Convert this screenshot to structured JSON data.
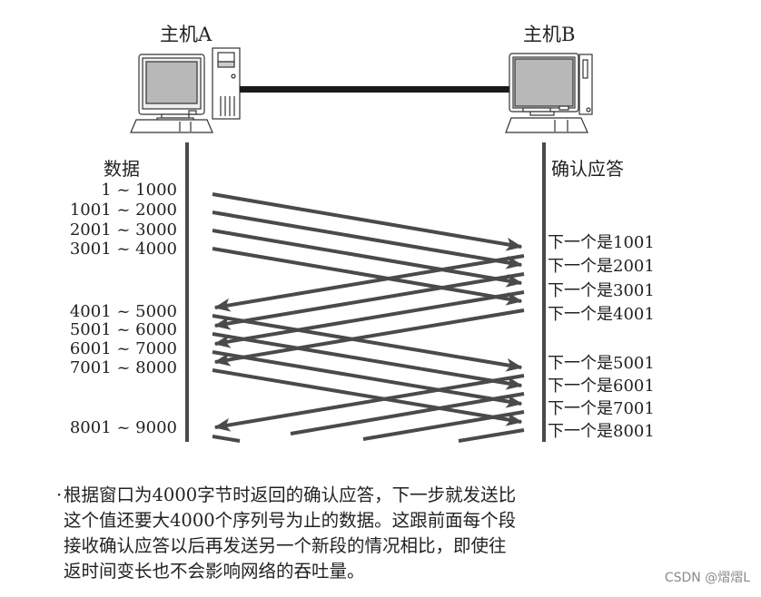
{
  "hosts": {
    "a": {
      "label": "主机A"
    },
    "b": {
      "label": "主机B"
    }
  },
  "columns": {
    "data_title": "数据",
    "ack_title": "确认应答"
  },
  "segments": [
    {
      "label": "1 ~ 1000"
    },
    {
      "label": "1001 ~ 2000"
    },
    {
      "label": "2001 ~ 3000"
    },
    {
      "label": "3001 ~ 4000"
    },
    {
      "label": "4001 ~ 5000"
    },
    {
      "label": "5001 ~ 6000"
    },
    {
      "label": "6001 ~ 7000"
    },
    {
      "label": "7001 ~ 8000"
    },
    {
      "label": "8001 ~ 9000"
    }
  ],
  "acks": [
    {
      "label": "下一个是1001"
    },
    {
      "label": "下一个是2001"
    },
    {
      "label": "下一个是3001"
    },
    {
      "label": "下一个是4001"
    },
    {
      "label": "下一个是5001"
    },
    {
      "label": "下一个是6001"
    },
    {
      "label": "下一个是7001"
    },
    {
      "label": "下一个是8001"
    }
  ],
  "description": {
    "bullet": "·",
    "lines": [
      "根据窗口为4000字节时返回的确认应答，下一步就发送比",
      "这个值还要大4000个序列号为止的数据。这跟前面每个段",
      "接收确认应答以后再发送另一个新段的情况相比，即使往",
      "返时间变长也不会影响网络的吞吐量。"
    ]
  },
  "watermark": "CSDN @熠熠L",
  "colors": {
    "line": "#4a4a4a",
    "screen": "#b8b8b8",
    "text": "#222222",
    "watermark": "#8a8a8a"
  }
}
